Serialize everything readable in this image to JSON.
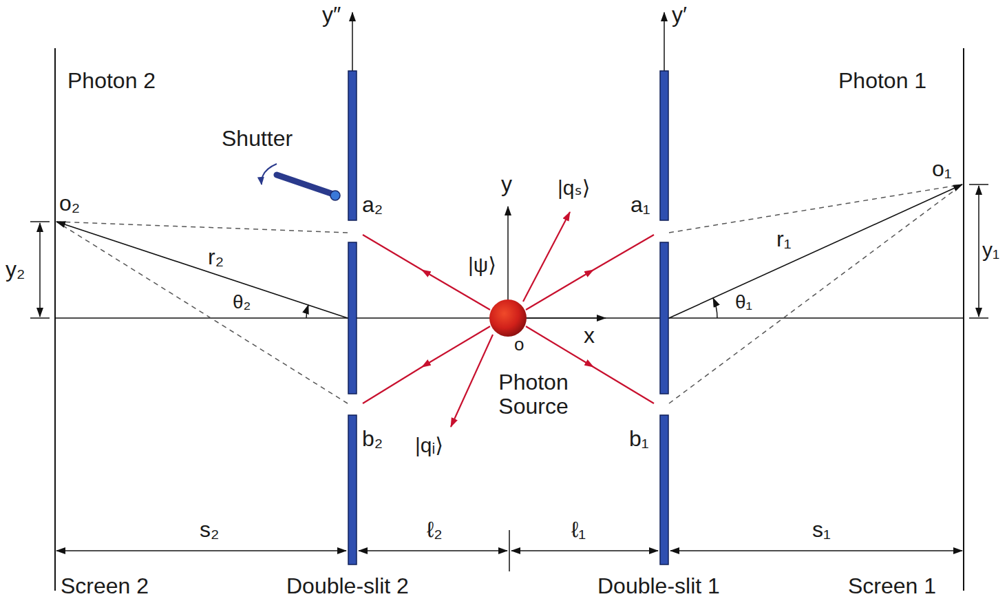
{
  "diagram": {
    "labels": [
      "y″",
      "y′",
      "Photon 2",
      "Photon 1",
      "Shutter",
      "o₂",
      "a₂",
      "a₁",
      "b₂",
      "b₁",
      "o₁",
      "r₁",
      "r₂",
      "y₂",
      "y₁",
      "θ₂",
      "θ₁",
      "|qₛ⟩",
      "|qᵢ⟩",
      "|ψ⟩",
      "y",
      "x",
      "o",
      "Photon Source",
      "s₂",
      "ℓ₂",
      "ℓ₁",
      "s₁",
      "Screen 2",
      "Double-slit 2",
      "Double-slit 1",
      "Screen 1"
    ]
  }
}
